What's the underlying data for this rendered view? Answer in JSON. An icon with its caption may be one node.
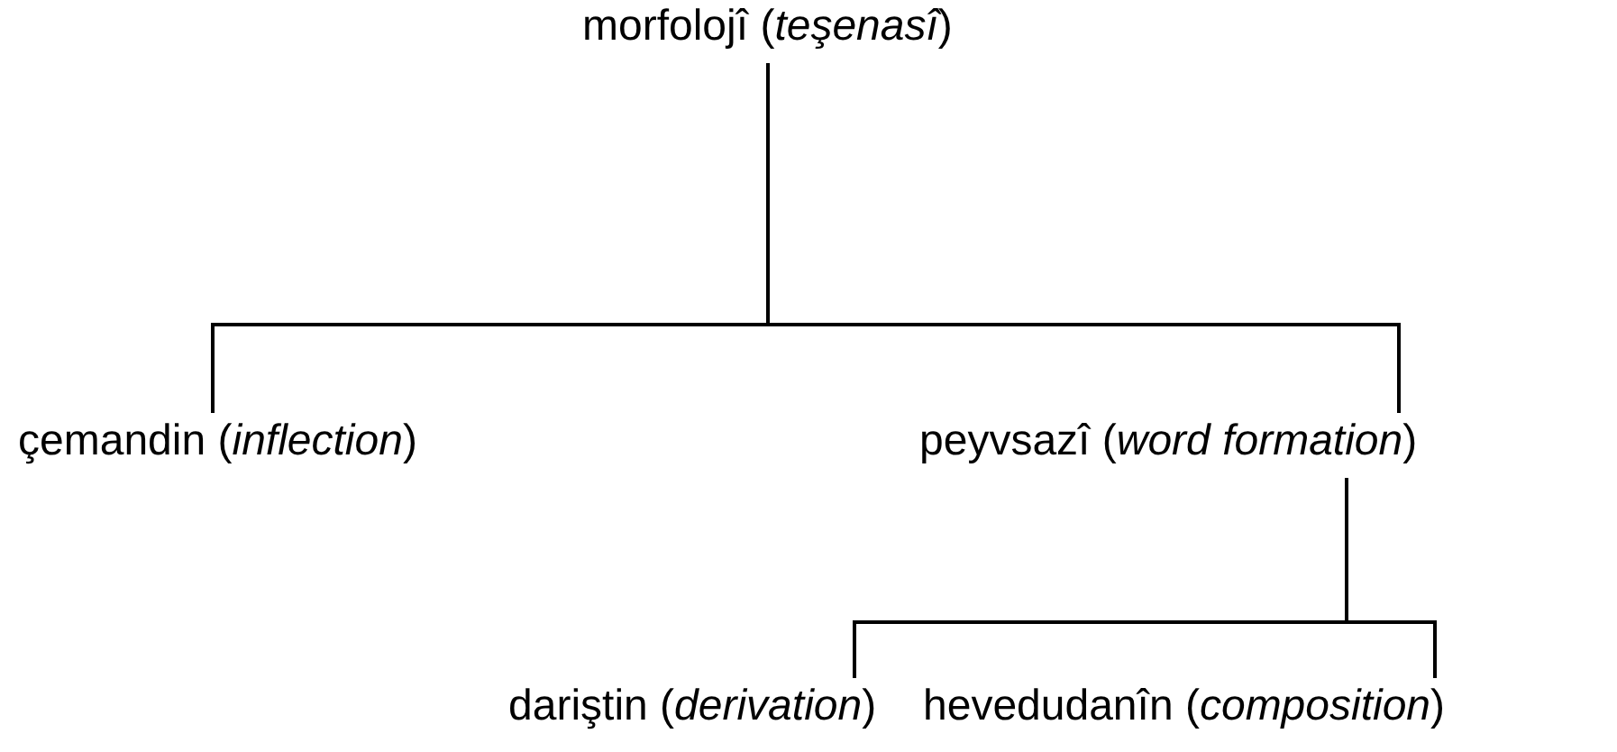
{
  "diagram": {
    "nodes": [
      {
        "text": [
          "morfolojî (*teşenasî*)"
        ]
      },
      {
        "text": [
          "çemandin (*inflection*)"
        ]
      },
      {
        "text": [
          "peyvsazî (*word formation*)"
        ]
      },
      {
        "text": [
          "dariştin (*derivation*)"
        ]
      },
      {
        "text": [
          "hevedudanîn (*composition*)"
        ]
      }
    ],
    "edges": [
      {
        "from": 0,
        "to": 1,
        "arrow": "none"
      },
      {
        "from": 0,
        "to": 2,
        "arrow": "none"
      },
      {
        "from": 2,
        "to": 3,
        "arrow": "none"
      },
      {
        "from": 2,
        "to": 4,
        "arrow": "none"
      }
    ]
  }
}
